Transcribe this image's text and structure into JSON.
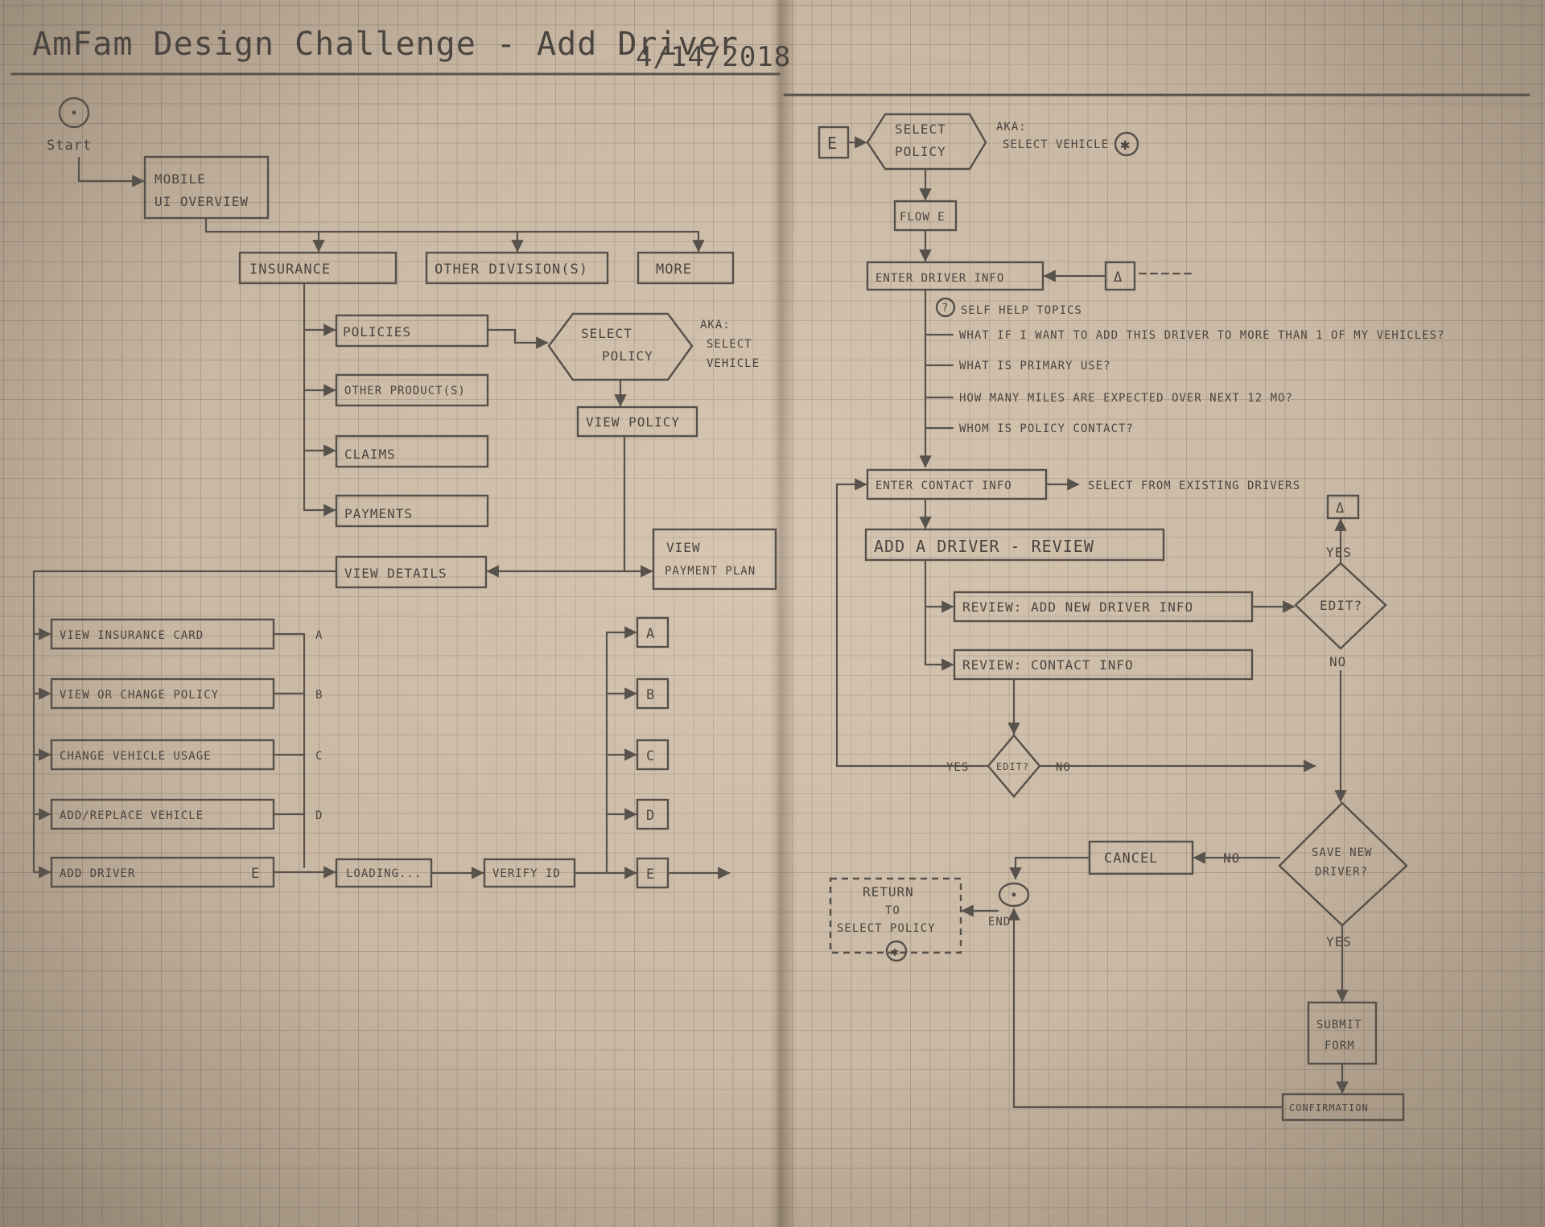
{
  "title": "AmFam Design Challenge - Add Driver",
  "date": "4/14/2018",
  "left": {
    "start": "Start",
    "mobile_line1": "MOBILE",
    "mobile_line2": "UI OVERVIEW",
    "insurance": "INSURANCE",
    "other_divisions": "OTHER DIVISION(S)",
    "more": "MORE",
    "policies": "POLICIES",
    "other_products": "OTHER PRODUCT(S)",
    "claims": "CLAIMS",
    "payments": "PAYMENTS",
    "select_policy_1": "SELECT",
    "select_policy_2": "POLICY",
    "aka_1": "AKA:",
    "aka_2": "SELECT",
    "aka_3": "VEHICLE",
    "view_policy": "VIEW POLICY",
    "view_details": "VIEW DETAILS",
    "view_payment_1": "VIEW",
    "view_payment_2": "PAYMENT PLAN",
    "menu": [
      {
        "label": "VIEW INSURANCE CARD",
        "letter": "A"
      },
      {
        "label": "VIEW OR CHANGE POLICY",
        "letter": "B"
      },
      {
        "label": "CHANGE VEHICLE USAGE",
        "letter": "C"
      },
      {
        "label": "ADD/REPLACE VEHICLE",
        "letter": "D"
      },
      {
        "label": "ADD DRIVER",
        "letter": "E"
      }
    ],
    "loading": "LOADING...",
    "verify_id": "VERIFY ID",
    "outputs": [
      "A",
      "B",
      "C",
      "D",
      "E"
    ]
  },
  "right": {
    "e_box": "E",
    "select_policy_1": "SELECT",
    "select_policy_2": "POLICY",
    "aka_1": "AKA:",
    "aka_2": "SELECT VEHICLE",
    "star": "✱",
    "flow_e": "FLOW E",
    "enter_driver": "ENTER DRIVER INFO",
    "delta": "Δ",
    "help_icon": "?",
    "help_title": "SELF HELP TOPICS",
    "help_items": [
      "WHAT IF I WANT TO ADD THIS DRIVER TO MORE THAN 1 OF MY VEHICLES?",
      "WHAT IS PRIMARY USE?",
      "HOW MANY MILES ARE EXPECTED OVER NEXT 12 MO?",
      "WHOM IS POLICY CONTACT?"
    ],
    "enter_contact": "ENTER CONTACT INFO",
    "select_existing": "SELECT FROM EXISTING DRIVERS",
    "add_review": "ADD A DRIVER - REVIEW",
    "review_driver": "REVIEW: ADD NEW DRIVER INFO",
    "review_contact": "REVIEW: CONTACT INFO",
    "edit_q1": "EDIT?",
    "yes": "YES",
    "no": "NO",
    "edit_q2": "EDIT?",
    "save_1": "SAVE NEW",
    "save_2": "DRIVER?",
    "cancel": "CANCEL",
    "end": "END",
    "return_1": "RETURN",
    "return_2": "TO",
    "return_3": "SELECT POLICY",
    "submit_1": "SUBMIT",
    "submit_2": "FORM",
    "confirmation": "CONFIRMATION"
  }
}
